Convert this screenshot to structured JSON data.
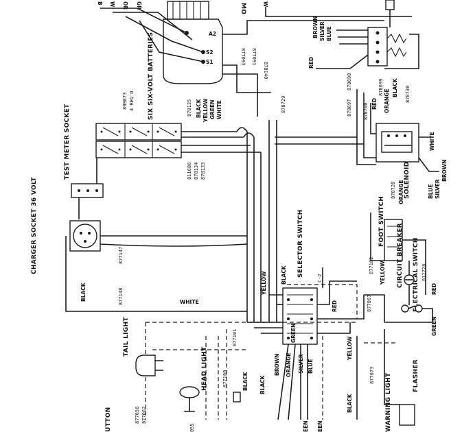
{
  "components": {
    "test_meter_socket": "TEST METER SOCKET",
    "charger_socket": "CHARGER SOCKET 36 VOLT",
    "batteries": "SIX SIX-VOLT BATTERIES",
    "selector_switch": "SELECTOR SWITCH",
    "foot_switch": "FOOT SWITCH",
    "solenoid": "SOLENOID",
    "circuit_breaker": "CIRCUIT BREAKER",
    "electrical_switch": "ELECTRICAL SWITCH",
    "tail_light": "TAIL LIGHT",
    "head_light": "HEAD LIGHT",
    "warning_light": "WARNING LIGHT",
    "flasher": "FLASHER",
    "button": "UTTON",
    "motor": "MO"
  },
  "motor_terminals": {
    "s1": "S1",
    "s2": "S2",
    "a2": "A2"
  },
  "part_numbers": {
    "n809873": "809873",
    "req": "4 REQ'D",
    "n878135": "878135",
    "n811686": "811686",
    "n878134": "878134",
    "n878133": "878133",
    "n877093": "877093",
    "n877091": "877091",
    "n878140": "878140",
    "n878729": "878729",
    "n878697": "878697",
    "n878698": "878698",
    "n878700": "878700",
    "n878699": "878699",
    "n878730": "878730",
    "n878728": "878728",
    "n877182": "877182",
    "n812728": "812728",
    "n877147": "877147",
    "n877148": "877148",
    "n877067": "877067",
    "n877101": "877101",
    "n877100": "877100",
    "n877056": "877056",
    "n877062": "877062",
    "n877073": "877073",
    "n055": "055",
    "c2": "C-2"
  },
  "wire_colors": {
    "black": "BLACK",
    "yellow": "YELLOW",
    "green": "GREEN",
    "white": "WHITE",
    "brown": "BROWN",
    "silver": "SILVER",
    "blue": "BLUE",
    "red": "RED",
    "orange": "ORANGE",
    "top_b": "B",
    "top_w": "W",
    "top_or": "OR",
    "top_gr": "GR",
    "top_w2": "W",
    "green_small": "GREEN",
    "een": "EEN",
    "een2": "EEN"
  }
}
